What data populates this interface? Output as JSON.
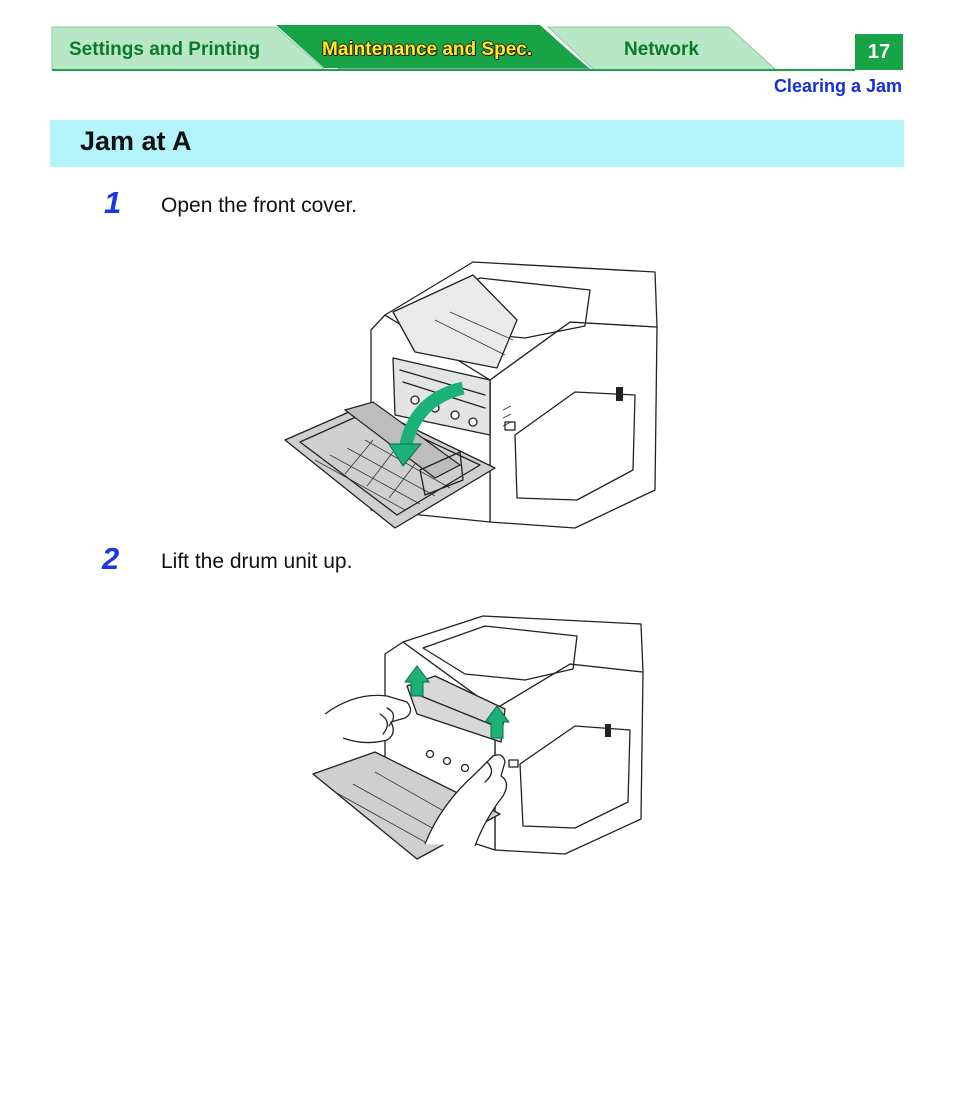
{
  "nav": {
    "tabs": [
      {
        "label": "Settings and Printing",
        "active": false
      },
      {
        "label": "Maintenance and Spec.",
        "active": true
      },
      {
        "label": "Network",
        "active": false
      }
    ],
    "page_number": "17"
  },
  "section_link": "Clearing a Jam",
  "heading": "Jam at A",
  "steps": [
    {
      "number": "1",
      "text": "Open the front cover."
    },
    {
      "number": "2",
      "text": "Lift the drum unit up."
    }
  ],
  "colors": {
    "tab_inactive": "#b7e7c4",
    "tab_active": "#17a346",
    "tab_active_text": "#ffec1a",
    "link": "#1530d6",
    "heading_band": "#b3f4fb",
    "step_number": "#1e37e6",
    "arrow": "#1db17a"
  }
}
